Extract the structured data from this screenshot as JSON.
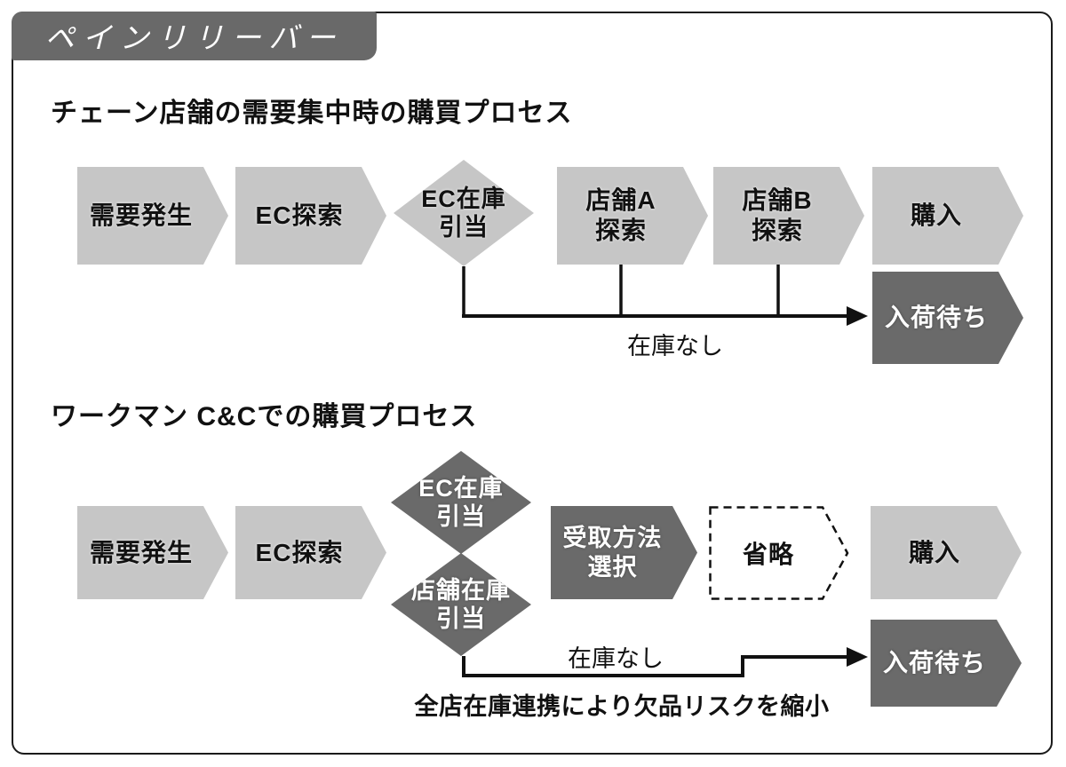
{
  "badge": {
    "label": "ペインリリーバー"
  },
  "colors": {
    "light_shape": "#c6c6c6",
    "dark_shape": "#6a6a6a",
    "line": "#111111",
    "background": "#ffffff"
  },
  "section1": {
    "heading": "チェーン店舗の需要集中時の購買プロセス",
    "steps": [
      {
        "label": "需要発生",
        "shape": "chevron"
      },
      {
        "label": "EC探索",
        "shape": "chevron"
      },
      {
        "label": "EC在庫\n引当",
        "shape": "diamond"
      },
      {
        "label": "店舗A\n探索",
        "shape": "chevron"
      },
      {
        "label": "店舗B\n探索",
        "shape": "chevron"
      },
      {
        "label": "購入",
        "shape": "chevron"
      }
    ],
    "no_stock_label": "在庫なし",
    "wait_label": "入荷待ち"
  },
  "section2": {
    "heading": "ワークマン C&Cでの購買プロセス",
    "steps": [
      {
        "label": "需要発生",
        "shape": "chevron"
      },
      {
        "label": "EC探索",
        "shape": "chevron"
      }
    ],
    "ec_stock_diamond": "EC在庫\n引当",
    "store_stock_diamond": "店舗在庫\n引当",
    "pickup_label": "受取方法\n選択",
    "skip_label": "省略",
    "purchase_label": "購入",
    "no_stock_label": "在庫なし",
    "wait_label": "入荷待ち",
    "caption": "全店在庫連携により欠品リスクを縮小"
  }
}
